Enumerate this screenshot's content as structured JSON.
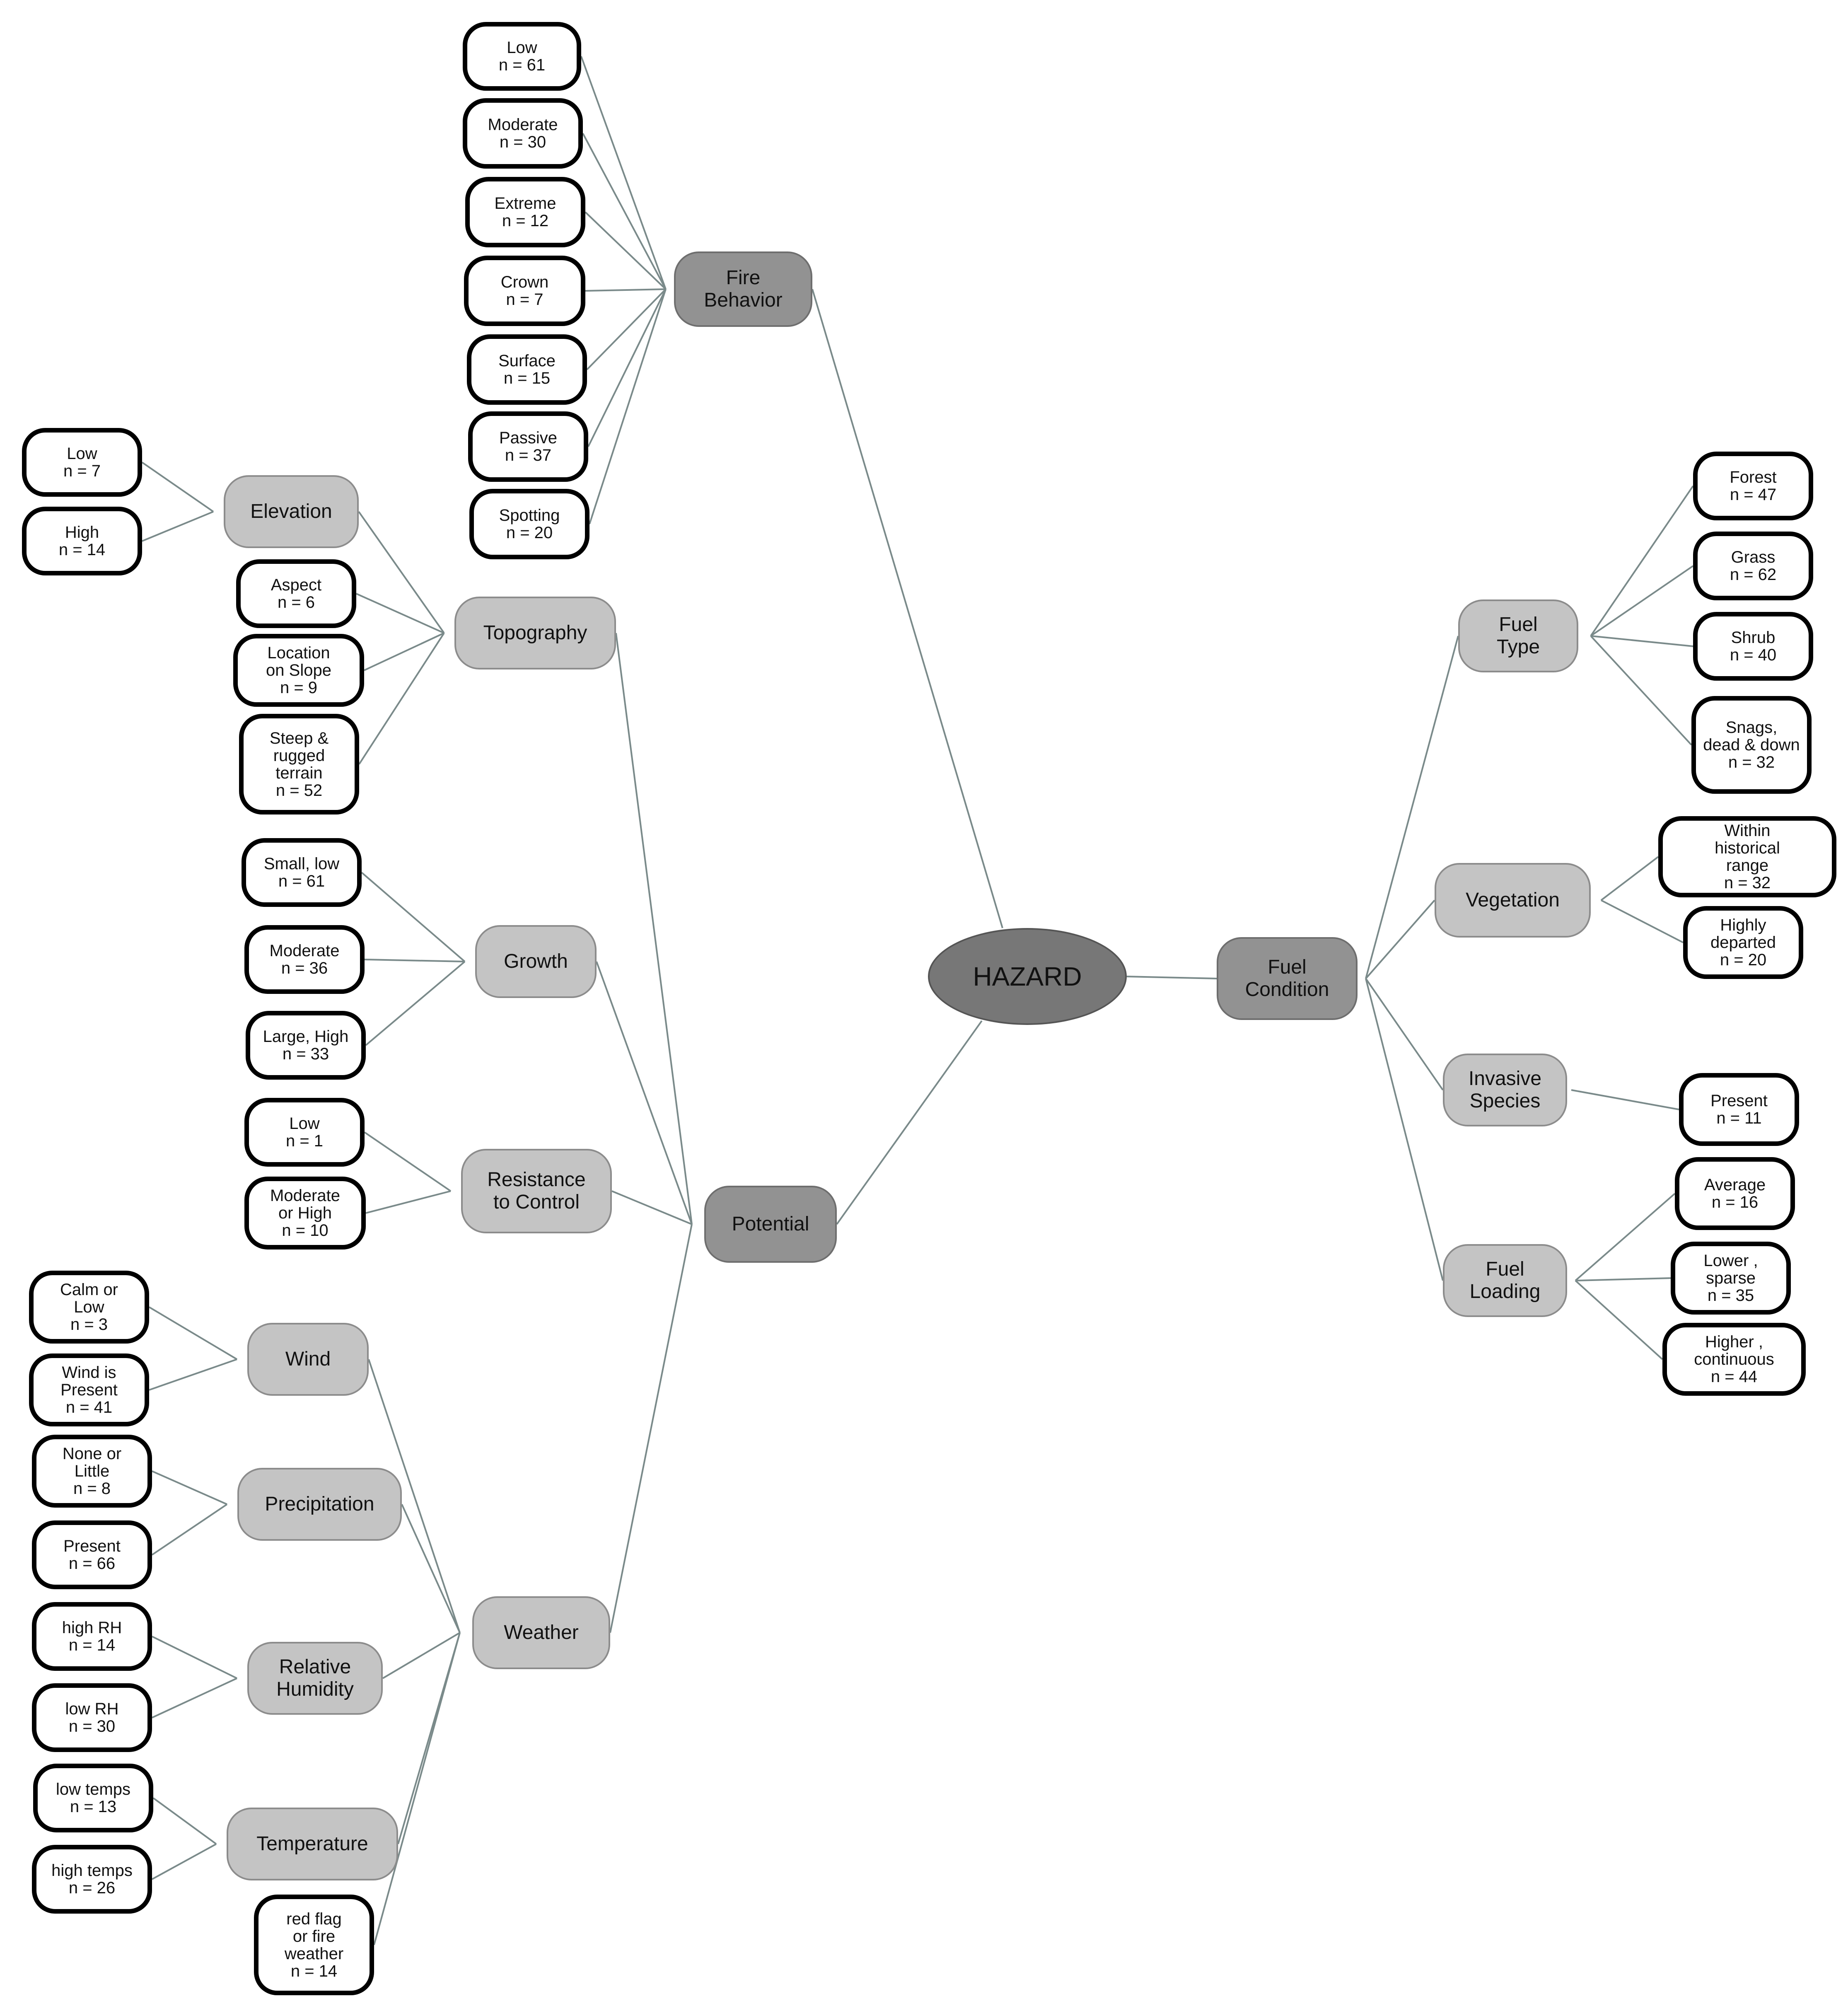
{
  "nodes": {
    "hazard": "HAZARD",
    "fire_behavior": "Fire\nBehavior",
    "fuel_condition": "Fuel\nCondition",
    "potential": "Potential",
    "fuel_type": "Fuel\nType",
    "vegetation": "Vegetation",
    "invasive_species": "Invasive\nSpecies",
    "fuel_loading": "Fuel\nLoading",
    "topography": "Topography",
    "elevation": "Elevation",
    "growth": "Growth",
    "resistance_to_control": "Resistance\nto Control",
    "weather": "Weather",
    "wind": "Wind",
    "precipitation": "Precipitation",
    "relative_humidity": "Relative\nHumidity",
    "temperature": "Temperature",
    "fb_low": "Low\nn = 61",
    "fb_moderate": "Moderate\nn = 30",
    "fb_extreme": "Extreme\nn = 12",
    "fb_crown": "Crown\nn = 7",
    "fb_surface": "Surface\nn = 15",
    "fb_passive": "Passive\nn = 37",
    "fb_spotting": "Spotting\nn = 20",
    "elev_low": "Low\nn = 7",
    "elev_high": "High\nn = 14",
    "topo_aspect": "Aspect\nn = 6",
    "topo_location": "Location\non Slope\nn = 9",
    "topo_steep": "Steep &\nrugged\nterrain\nn = 52",
    "growth_small": "Small, low\nn = 61",
    "growth_moderate": "Moderate\nn = 36",
    "growth_large": "Large, High\nn = 33",
    "res_low": "Low\nn = 1",
    "res_moderate": "Moderate\nor High\nn = 10",
    "wind_calm": "Calm or\nLow\nn = 3",
    "wind_present": "Wind is\nPresent\nn = 41",
    "precip_none": "None or\nLittle\nn = 8",
    "precip_present": "Present\nn = 66",
    "rh_high": "high RH\nn = 14",
    "rh_low": "low RH\nn = 30",
    "temp_low": "low temps\nn = 13",
    "temp_high": "high temps\nn = 26",
    "red_flag": "red flag\nor fire\nweather\nn = 14",
    "ft_forest": "Forest\nn = 47",
    "ft_grass": "Grass\nn = 62",
    "ft_shrub": "Shrub\nn = 40",
    "ft_snags": "Snags,\ndead & down\nn = 32",
    "veg_within": "Within\nhistorical\nrange\nn = 32",
    "veg_highly": "Highly\ndeparted\nn = 20",
    "inv_present": "Present\nn = 11",
    "fl_average": "Average\nn = 16",
    "fl_lower": "Lower ,\nsparse\nn = 35",
    "fl_higher": "Higher ,\ncontinuous\nn = 44"
  }
}
